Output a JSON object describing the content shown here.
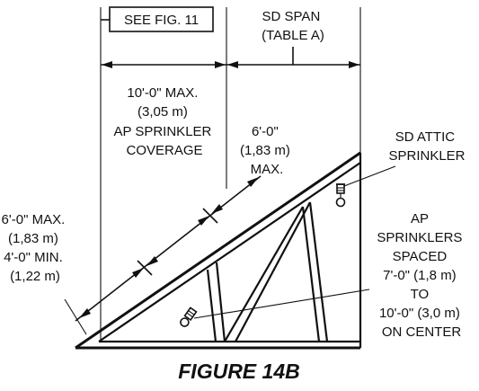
{
  "labels": {
    "see_fig": "SEE FIG. 11",
    "sd_span": [
      "SD SPAN",
      "(TABLE A)"
    ],
    "ap_coverage": [
      "10'-0\" MAX.",
      "(3,05 m)",
      "AP SPRINKLER",
      "COVERAGE"
    ],
    "six_ft_max": [
      "6'-0\"",
      "(1,83 m)",
      "MAX."
    ],
    "sd_attic": [
      "SD ATTIC",
      "SPRINKLER"
    ],
    "slope_range": [
      "6'-0\" MAX.",
      "(1,83 m)",
      "4'-0\" MIN.",
      "(1,22 m)"
    ],
    "ap_spaced": [
      "AP",
      "SPRINKLERS",
      "SPACED",
      "7'-0\" (1,8 m)",
      "TO",
      "10'-0\" (3,0 m)",
      "ON CENTER"
    ],
    "caption": "FIGURE 14B"
  }
}
